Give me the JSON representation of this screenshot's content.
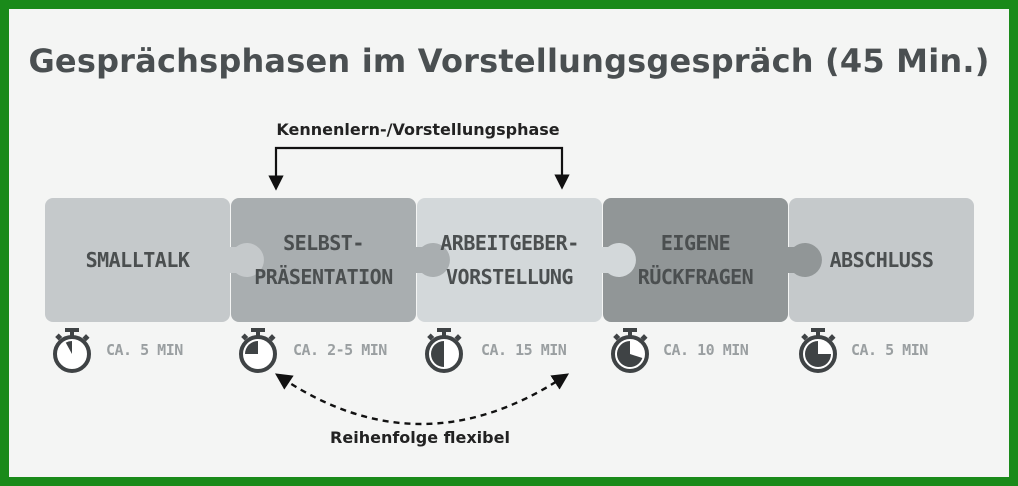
{
  "title": "Gesprächsphasen im Vorstellungsgespräch (45 Min.)",
  "bracket_label": "Kennenlern-/Vorstellungsphase",
  "flexible_label": "Reihenfolge flexibel",
  "phases": [
    {
      "label": "SMALLTALK",
      "time": "CA. 5 MIN",
      "color": "#c5c9cb"
    },
    {
      "label": "SELBST-\nPRÄSENTATION",
      "time": "CA. 2-5 MIN",
      "color": "#a9aeb0"
    },
    {
      "label": "ARBEITGEBER-\nVORSTELLUNG",
      "time": "CA. 15 MIN",
      "color": "#d3d8da"
    },
    {
      "label": "EIGENE\nRÜCKFRAGEN",
      "time": "CA. 10 MIN",
      "color": "#919697"
    },
    {
      "label": "ABSCHLUSS",
      "time": "CA. 5 MIN",
      "color": "#c5c9cb"
    }
  ],
  "colors": {
    "text": "#4a4f51",
    "time_text": "#9a9fa1",
    "icon": "#3f4345"
  }
}
